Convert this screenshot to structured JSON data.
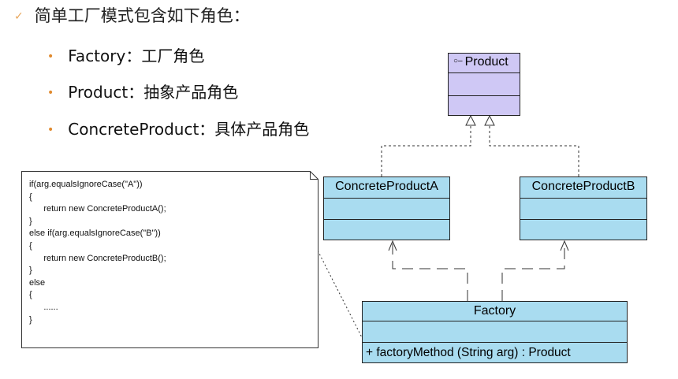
{
  "intro": "简单工厂模式包含如下角色：",
  "roles": [
    "Factory：工厂角色",
    "Product：抽象产品角色",
    "ConcreteProduct：具体产品角色"
  ],
  "code_lines": [
    "if(arg.equalsIgnoreCase(\"A\"))",
    "{",
    "      return new ConcreteProductA();",
    "}",
    "else if(arg.equalsIgnoreCase(\"B\"))",
    "{",
    "      return new ConcreteProductB();",
    "}",
    "else",
    "{",
    "      ......",
    "}"
  ],
  "classes": {
    "product": {
      "name": "Product",
      "icon": "interface-lollipop-icon"
    },
    "concrete_a": {
      "name": "ConcreteProductA"
    },
    "concrete_b": {
      "name": "ConcreteProductB"
    },
    "factory": {
      "name": "Factory",
      "method": "+ factoryMethod (String arg) : Product"
    }
  },
  "colors": {
    "product_fill": "#cfc8f5",
    "class_fill": "#a9dcf0",
    "bullet_check": "#e8a65a",
    "bullet_dot": "#e08a2e"
  }
}
